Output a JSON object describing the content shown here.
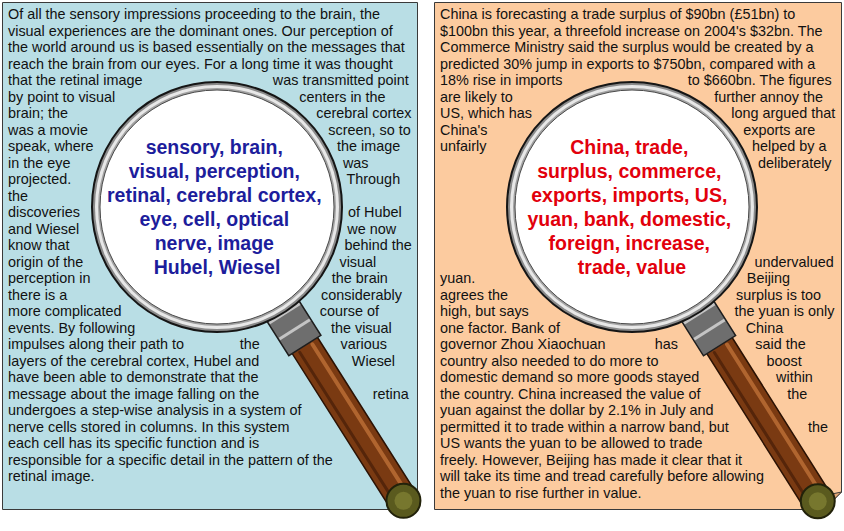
{
  "diagram": {
    "nodes": [
      {
        "text": [
          "Of all the sensory impressions proceeding to the brain, the visual experiences are the dominant ones. Our perception of the world around us is based essentially on the messages that reach the brain from our eyes. For a long time it was thought that the retinal image was transmitted point by point to visual centers in the brain; the cerebral cortex was a movie screen, so to speak, where the image in the eye was projected. Through the discoveries of Hubel and Wiesel we now know that behind the origin of the visual perception in the brain there is a considerably more complicated course of events. By following the visual impulses along their path to the various layers of the cerebral cortex, Hubel and Wiesel have been able to demonstrate that the message about the image falling on the retina undergoes a step-wise analysis in a system of nerve cells stored in columns. In this system each cell has its specific function and is responsible for a specific detail in the pattern of the retinal image."
        ]
      },
      {
        "text": [
          "sensory, brain, visual, perception, retinal, cerebral cortex, eye, cell, optical nerve, image Hubel, Wiesel"
        ],
        "in": 0
      },
      {
        "text": [
          "China is forecasting a trade surplus of $90bn (£51bn) to $100bn this year, a threefold increase on 2004's $32bn. The Commerce Ministry said the surplus would be created by a predicted 30% jump in exports to $750bn, compared with a 18% rise in imports to $660bn. The figures are likely to further annoy the US, which has long argued that China's exports are unfairly helped by a deliberately undervalued yuan. Beijing agrees the surplus is too high, but says the yuan is only one factor. Bank of China governor Zhou Xiaochuan has said the country also needed to do more to boost domestic demand so more goods stayed within the country. China increased the value of the yuan against the dollar by 2.1% in July and permitted it to trade within a narrow band, but the US wants the yuan to be allowed to trade freely. However, Beijing has made it clear that it will take its time and tread carefully before allowing the yuan to rise further in value."
        ]
      },
      {
        "text": [
          "China, trade, surplus, commerce, exports, imports, US, yuan, bank, domestic, foreign, increase, trade, value"
        ],
        "in": 2
      }
    ]
  }
}
